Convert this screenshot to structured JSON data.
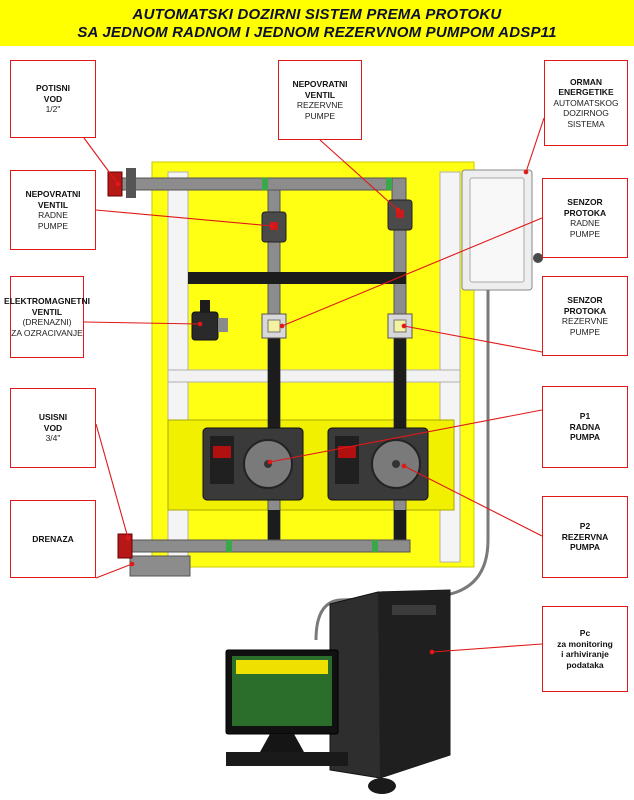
{
  "title": {
    "line1": "AUTOMATSKI DOZIRNI SISTEM PREMA PROTOKU",
    "line2": "SA JEDNOM RADNOM I JEDNOM REZERVNOM PUMPOM ADSP11"
  },
  "labels": {
    "potisni_vod": {
      "b1": "POTISNI",
      "b2": "VOD",
      "n1": "1/2\""
    },
    "nepovratni_ventil_rezervne": {
      "b1": "NEPOVRATNI",
      "b2": "VENTIL",
      "n1": "REZERVNE",
      "n2": "PUMPE"
    },
    "orman_energetike": {
      "b1": "ORMAN",
      "b2": "ENERGETIKE",
      "n1": "AUTOMATSKOG",
      "n2": "DOZIRNOG",
      "n3": "SISTEMA"
    },
    "nepovratni_ventil_radne": {
      "b1": "NEPOVRATNI",
      "b2": "VENTIL",
      "n1": "RADNE",
      "n2": "PUMPE"
    },
    "senzor_protoka_radne": {
      "b1": "SENZOR",
      "b2": "PROTOKA",
      "n1": "RADNE",
      "n2": "PUMPE"
    },
    "elektromagnetni_ventil": {
      "b1": "ELEKTROMAGNETNI",
      "b2": "VENTIL",
      "n1": "(DRENAZNI)",
      "n2": "ZA OZRACIVANJE"
    },
    "senzor_protoka_rezervne": {
      "b1": "SENZOR",
      "b2": "PROTOKA",
      "n1": "REZERVNE",
      "n2": "PUMPE"
    },
    "usisni_vod": {
      "b1": "USISNI",
      "b2": "VOD",
      "n1": "3/4\""
    },
    "p1": {
      "b1": "P1",
      "b2": "RADNA",
      "b3": "PUMPA"
    },
    "drenaza": {
      "b1": "DRENAZA"
    },
    "p2": {
      "b1": "P2",
      "b2": "REZERVNA",
      "b3": "PUMPA"
    },
    "pc": {
      "b1": "Pc",
      "b2": "za monitoring",
      "b3": "i arhiviranje",
      "b4": "podataka"
    }
  },
  "colors": {
    "panel_yellow": "#ffff14",
    "label_border": "#e01818",
    "pipe_gray": "#8c8c8c",
    "pipe_black": "#1c1c1c",
    "fitting_green": "#3aa84a",
    "valve_red": "#cc1a1a"
  },
  "icons": {
    "pump": "pump-icon",
    "sensor": "flow-sensor-icon",
    "valve": "check-valve-icon",
    "solenoid": "solenoid-valve-icon",
    "computer": "computer-tower-icon",
    "monitor": "monitor-icon"
  }
}
